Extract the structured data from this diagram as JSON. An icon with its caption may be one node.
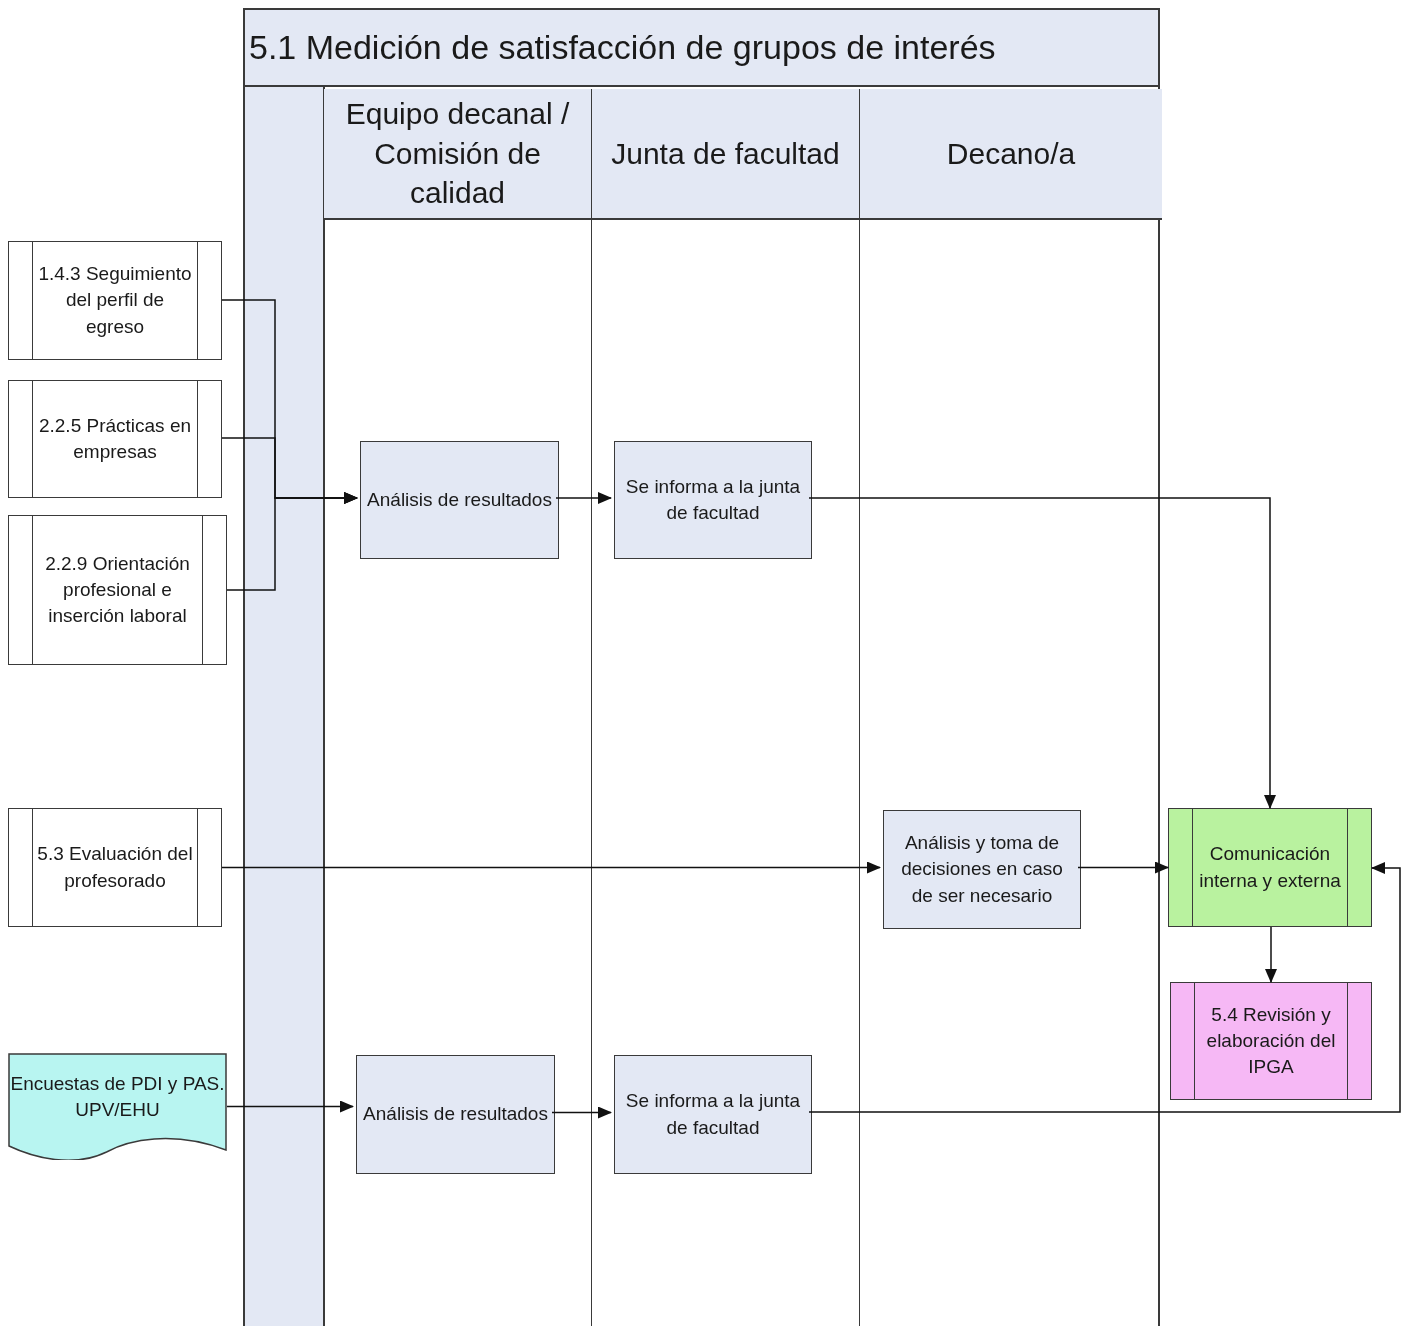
{
  "diagram": {
    "nodes": [
      {
        "text": [
          "5.1 Medición de satisfacción de grupos de interés"
        ]
      },
      {
        "text": [
          "Equipo decanal / Comisión de calidad"
        ],
        "in": 0
      },
      {
        "text": [
          "Junta de facultad"
        ],
        "in": 0
      },
      {
        "text": [
          "Decano/a"
        ],
        "in": 0
      },
      {
        "text": [
          "1.4.3 Seguimiento del perfil de egreso"
        ]
      },
      {
        "text": [
          "2.2.5 Prácticas en empresas"
        ]
      },
      {
        "text": [
          "2.2.9 Orientación profesional e inserción laboral"
        ]
      },
      {
        "text": [
          "Análisis de resultados"
        ],
        "in": 1
      },
      {
        "text": [
          "Se informa a la junta de facultad"
        ],
        "in": 2
      },
      {
        "text": [
          "5.3 Evaluación del profesorado"
        ]
      },
      {
        "text": [
          "Análisis y toma de decisiones en caso de ser necesario"
        ],
        "in": 3
      },
      {
        "text": [
          "Comunicación interna y externa"
        ]
      },
      {
        "text": [
          "5.4 Revisión y elaboración del IPGA"
        ]
      },
      {
        "text": [
          "Encuestas de PDI y PAS. UPV/EHU"
        ]
      },
      {
        "text": [
          "Análisis de resultados"
        ],
        "in": 1
      },
      {
        "text": [
          "Se informa a la junta de facultad"
        ],
        "in": 2
      }
    ],
    "edges": [
      {
        "from": 4,
        "to": 7,
        "arrow": "to"
      },
      {
        "from": 5,
        "to": 7,
        "arrow": "to"
      },
      {
        "from": 6,
        "to": 7,
        "arrow": "to"
      },
      {
        "from": 7,
        "to": 8,
        "arrow": "to"
      },
      {
        "from": 8,
        "to": 11,
        "arrow": "to"
      },
      {
        "from": 9,
        "to": 10,
        "arrow": "to"
      },
      {
        "from": 10,
        "to": 11,
        "arrow": "to"
      },
      {
        "from": 11,
        "to": 12,
        "arrow": "to"
      },
      {
        "from": 13,
        "to": 14,
        "arrow": "to"
      },
      {
        "from": 14,
        "to": 15,
        "arrow": "to"
      },
      {
        "from": 15,
        "to": 11,
        "arrow": "to"
      }
    ]
  }
}
